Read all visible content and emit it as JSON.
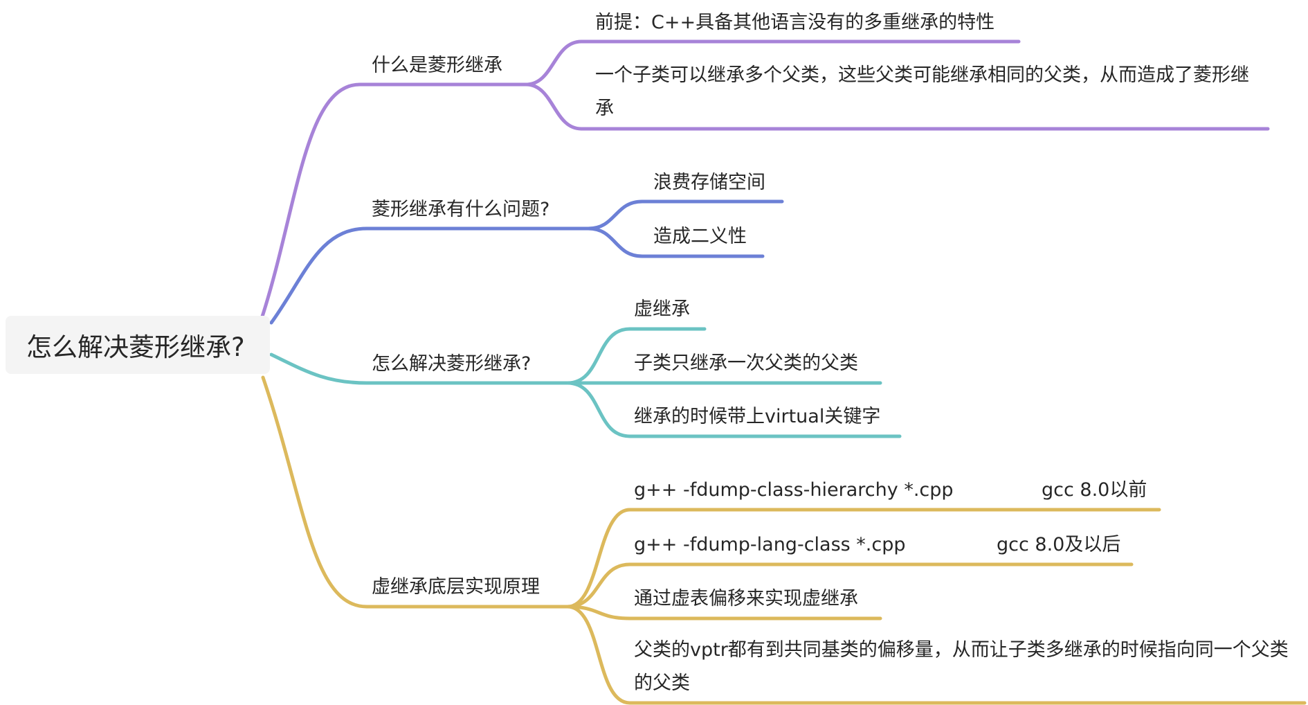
{
  "root": {
    "label": "怎么解决菱形继承?"
  },
  "branches": [
    {
      "label": "什么是菱形继承",
      "color": "#a783d8",
      "children": [
        "前提：C++具备其他语言没有的多重继承的特性",
        "一个子类可以继承多个父类，这些父类可能继承相同的父类，从而造成了菱形继承"
      ]
    },
    {
      "label": "菱形继承有什么问题?",
      "color": "#6c80d6",
      "children": [
        "浪费存储空间",
        "造成二义性"
      ]
    },
    {
      "label": "怎么解决菱形继承?",
      "color": "#6bc3c3",
      "children": [
        "虚继承",
        "子类只继承一次父类的父类",
        "继承的时候带上virtual关键字"
      ]
    },
    {
      "label": "虚继承底层实现原理",
      "color": "#dcb95c",
      "children": [
        "g++ -fdump-class-hierarchy *.cpp",
        "g++ -fdump-lang-class *.cpp",
        "通过虚表偏移来实现虚继承",
        "父类的vptr都有到共同基类的偏移量，从而让子类多继承的时候指向同一个父类的父类"
      ],
      "notes": [
        "gcc 8.0以前",
        "gcc 8.0及以后"
      ]
    }
  ]
}
